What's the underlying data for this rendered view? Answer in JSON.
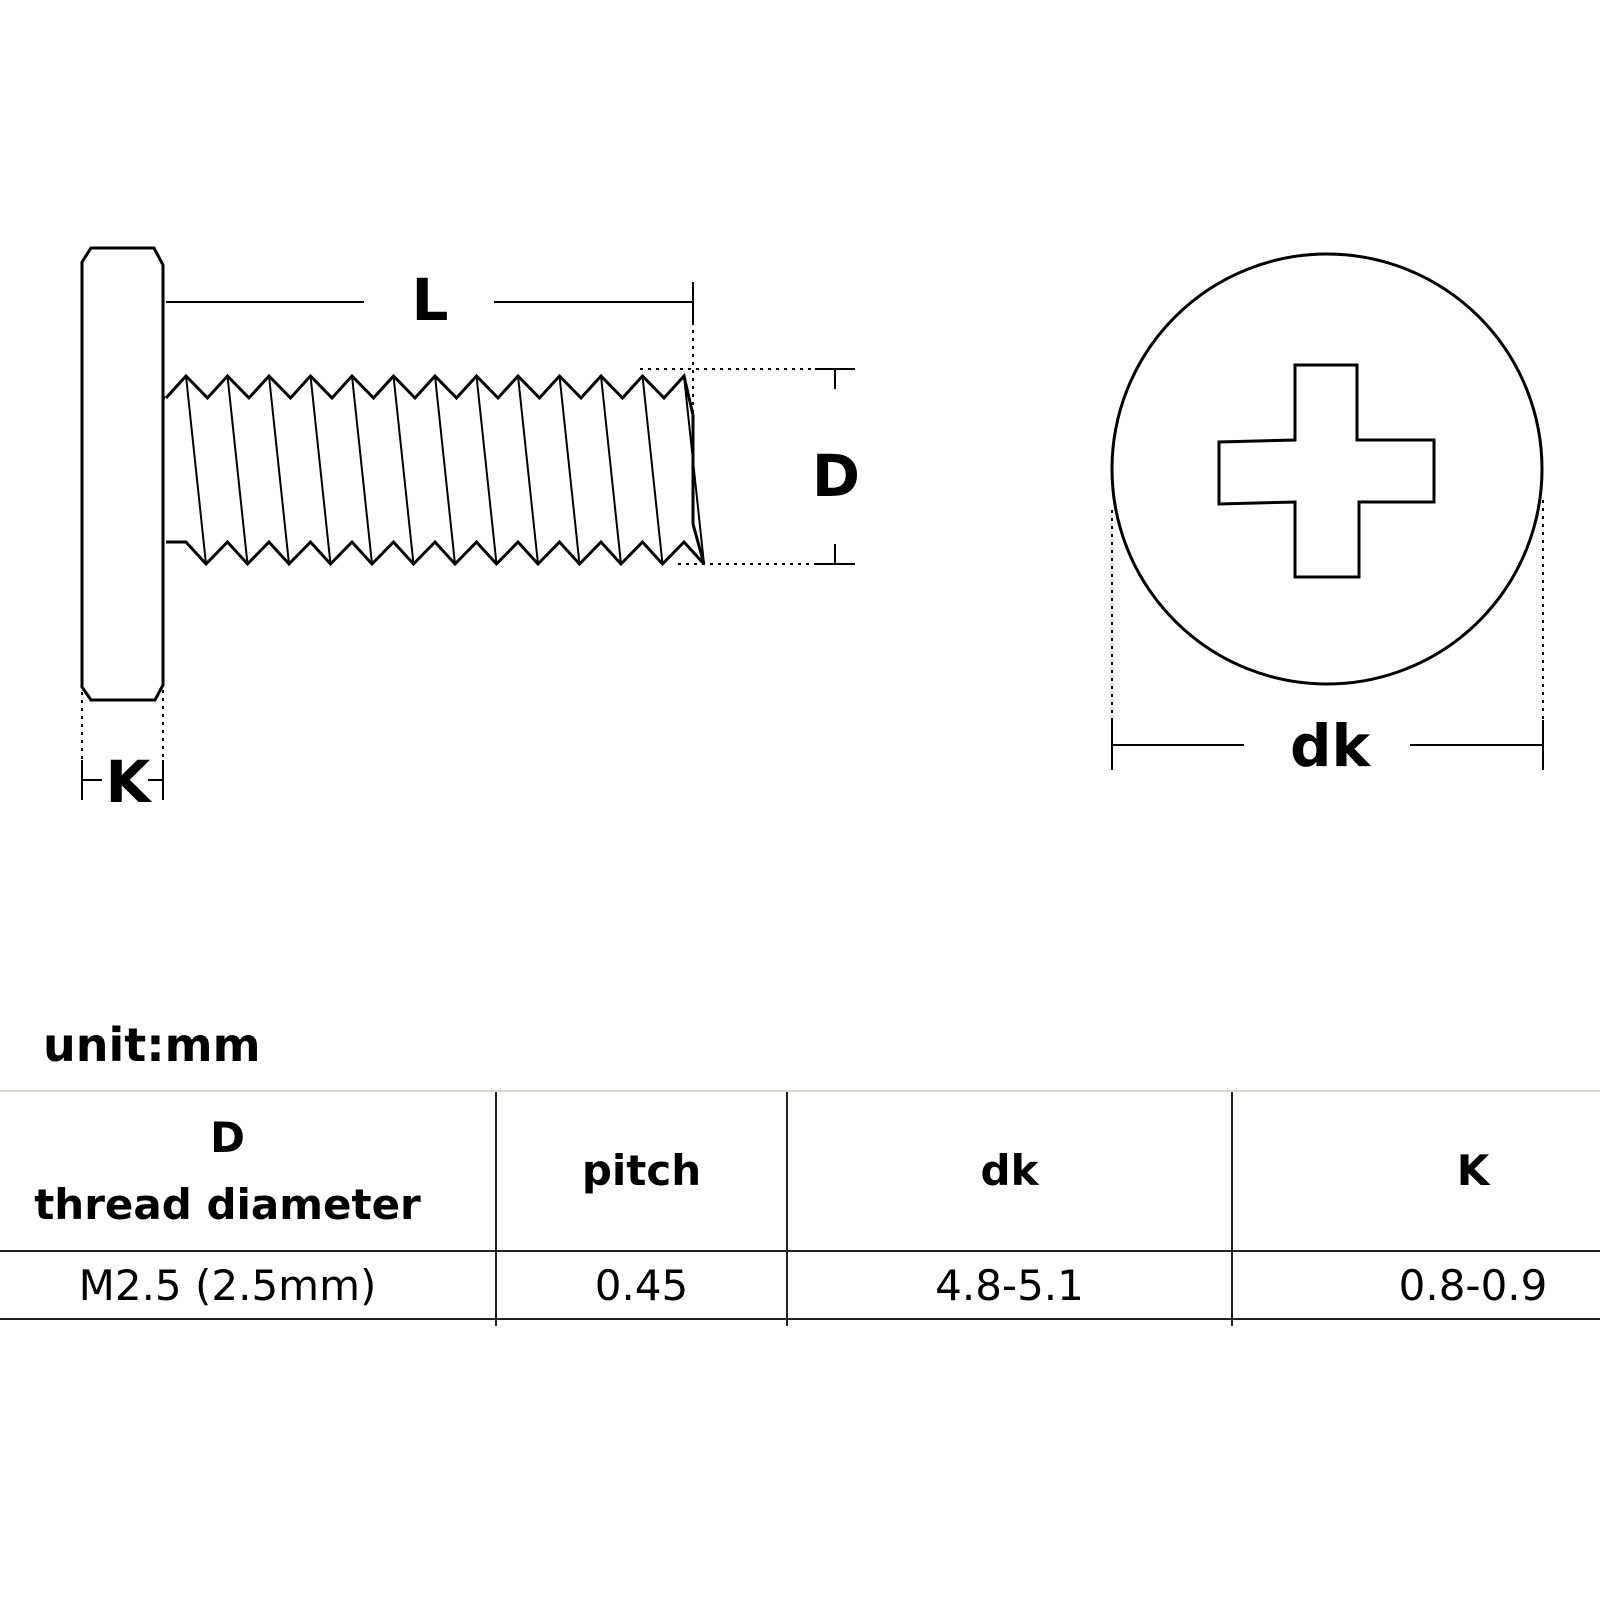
{
  "diagram": {
    "side_view": {
      "length_label": "L",
      "diameter_label": "D",
      "head_height_label": "K"
    },
    "top_view": {
      "head_diameter_label": "dk"
    }
  },
  "unit_label": "unit:mm",
  "table": {
    "headers": [
      {
        "symbol": "D",
        "text": "thread diameter"
      },
      {
        "symbol": "",
        "text": "pitch"
      },
      {
        "symbol": "",
        "text": "dk"
      },
      {
        "symbol": "",
        "text": "K"
      }
    ],
    "rows": [
      {
        "cells": [
          "M2.5 (2.5mm)",
          "0.45",
          "4.8-5.1",
          "0.8-0.9"
        ]
      }
    ]
  }
}
